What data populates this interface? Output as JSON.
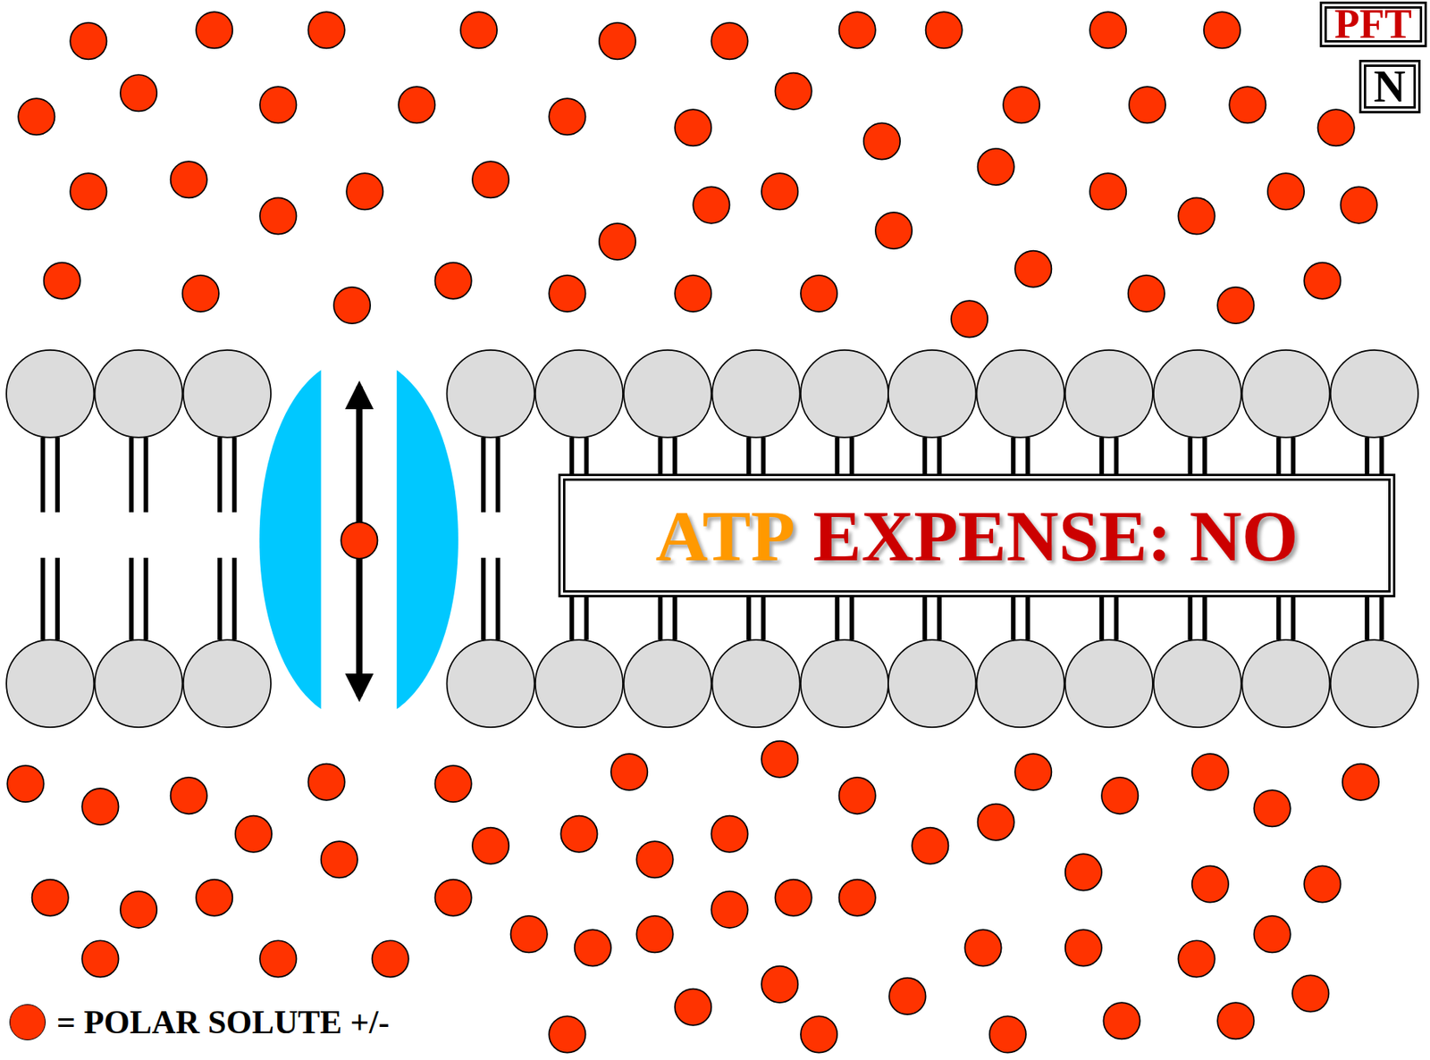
{
  "diagram": {
    "nodes": [
      {
        "text": [
          "PFT"
        ]
      },
      {
        "text": [
          "N"
        ]
      },
      {
        "text": [
          "ATP",
          "EXPENSE: NO"
        ]
      }
    ],
    "legend": [
      {
        "text": "= POLAR SOLUTE +/-",
        "color": "#ff3300"
      }
    ]
  }
}
